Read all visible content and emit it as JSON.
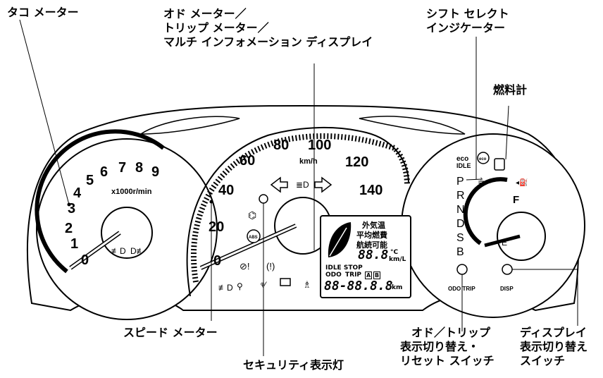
{
  "callouts": {
    "tachometer": "タコ メーター",
    "odo_lines": [
      "オド メーター／",
      "トリップ メーター／",
      "マルチ インフォメーション ディスプレイ"
    ],
    "shift_lines": [
      "シフト セレクト",
      "インジケーター"
    ],
    "fuel_gauge": "燃料計",
    "speedometer": "スピード メーター",
    "security": "セキュリティ表示灯",
    "odo_trip_switch": [
      "オド／トリップ",
      "表示切り替え・",
      "リセット スイッチ"
    ],
    "disp_switch": [
      "ディスプレイ",
      "表示切り替え",
      "スイッチ"
    ]
  },
  "tacho": {
    "numbers": [
      "0",
      "1",
      "2",
      "3",
      "4",
      "5",
      "6",
      "7",
      "8",
      "9"
    ],
    "unit": "x1000r/min"
  },
  "speedo": {
    "numbers": [
      "0",
      "20",
      "40",
      "60",
      "80",
      "100",
      "120",
      "140"
    ],
    "unit": "km/h"
  },
  "shift": [
    "P",
    "R",
    "N",
    "D",
    "S",
    "B"
  ],
  "fuel": {
    "full": "F",
    "empty": "E"
  },
  "eco_idle": [
    "eco",
    "IDLE"
  ],
  "eco_badge": "eco",
  "abs": "ABS",
  "lcd": {
    "labels": [
      "外気温",
      "平均燃費",
      "航続可能"
    ],
    "temp_unit": "°C",
    "econ_unit": "km/L",
    "small_digits": "88.8",
    "idle_stop": "IDLE STOP",
    "odo": "ODO",
    "trip": "TRIP",
    "trip_a": "A",
    "trip_b": "B",
    "big_digits": "88-88.8.8",
    "dist_unit": "km"
  },
  "buttons": {
    "odo_trip": "ODO TRIP",
    "disp": "DISP"
  }
}
